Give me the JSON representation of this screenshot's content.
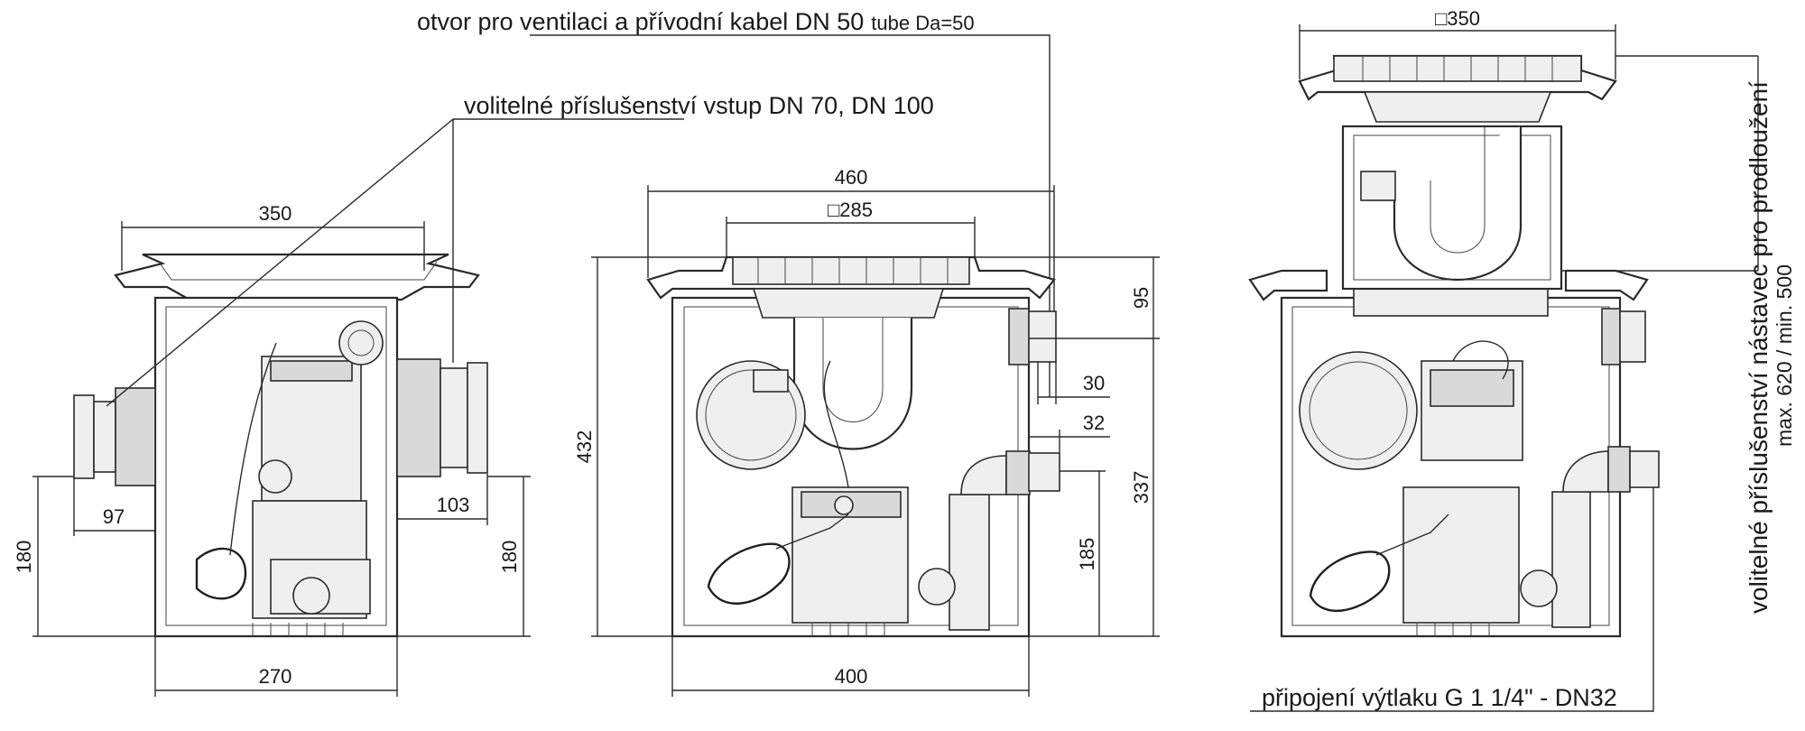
{
  "callouts": {
    "vent": "otvor pro ventilaci a přívodní kabel DN 50",
    "vent_tube": "tube Da=50",
    "accessory": "volitelné příslušenství vstup DN 70, DN 100",
    "outlet": "připojení výtlaku G 1 1/4\" - DN32",
    "extension_line1": "volitelné příslušenství nástavec pro prodloužení",
    "extension_line2": "max. 620 / min. 500"
  },
  "dimensions": {
    "left_top_width": "350",
    "left_bottom_width": "270",
    "left_height_left": "180",
    "left_inlet_offset": "97",
    "left_outlet_offset": "103",
    "left_height_right": "180",
    "mid_total_width": "460",
    "mid_cover_square": "□285",
    "mid_bottom_width": "400",
    "mid_total_height": "432",
    "mid_rim_height": "95",
    "mid_vent_offset": "30",
    "mid_outlet_offset": "32",
    "mid_body_height": "337",
    "mid_outlet_height": "185",
    "right_cover_square": "□350"
  }
}
